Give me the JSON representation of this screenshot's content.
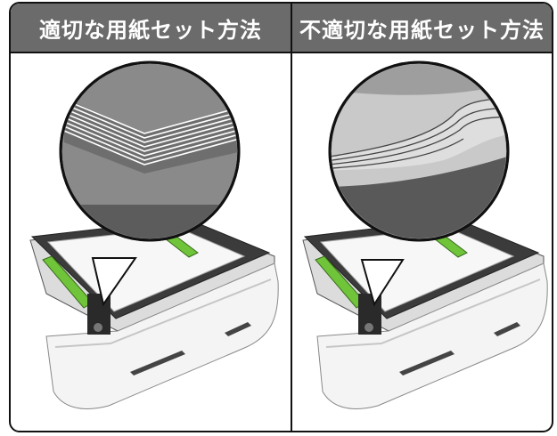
{
  "panels": [
    {
      "title": "適切な用紙セット方法",
      "state": "correct"
    },
    {
      "title": "不適切な用紙セット方法",
      "state": "incorrect"
    }
  ],
  "colors": {
    "header_bg": "#6b6b6b",
    "guide_green": "#6fc43a",
    "tray_white": "#f4f4f4",
    "tray_shadow": "#d6d6d6",
    "dark_gray": "#3d3d3d"
  }
}
